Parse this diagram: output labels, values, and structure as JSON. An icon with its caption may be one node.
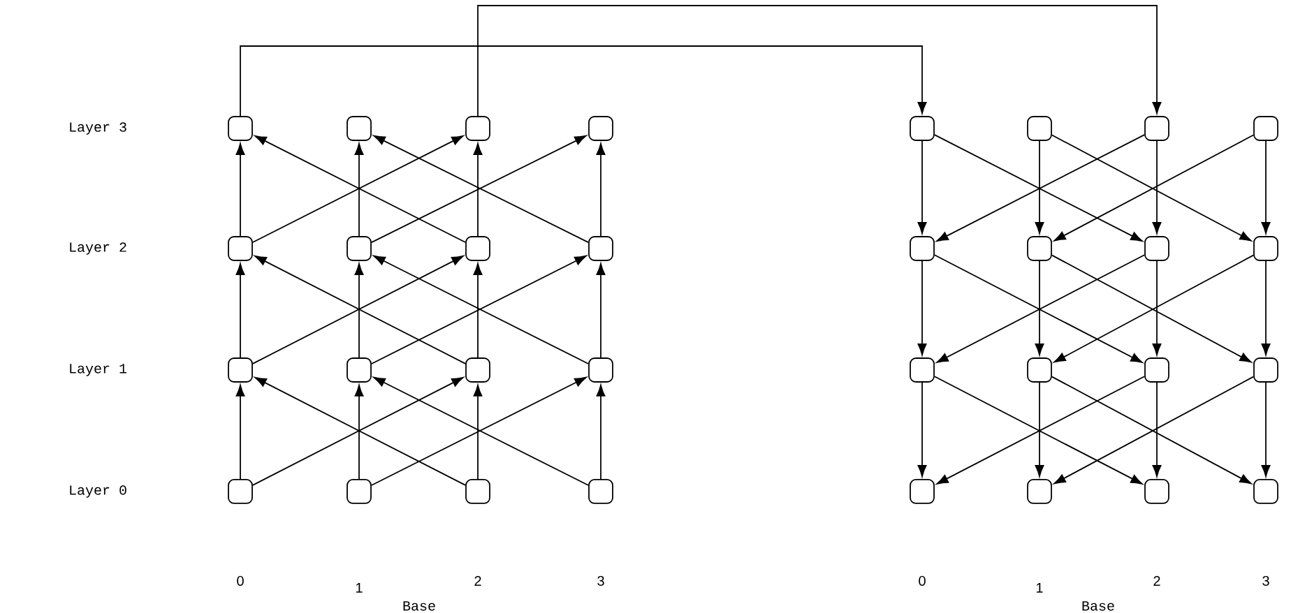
{
  "diagram": {
    "nodes": [
      {
        "text": [],
        "shape": "box"
      },
      {
        "text": [],
        "shape": "box"
      },
      {
        "text": [],
        "shape": "box"
      },
      {
        "text": [],
        "shape": "box"
      },
      {
        "text": [],
        "shape": "box"
      },
      {
        "text": [],
        "shape": "box"
      },
      {
        "text": [],
        "shape": "box"
      },
      {
        "text": [],
        "shape": "box"
      },
      {
        "text": [],
        "shape": "box"
      },
      {
        "text": [],
        "shape": "box"
      },
      {
        "text": [],
        "shape": "box"
      },
      {
        "text": [],
        "shape": "box"
      },
      {
        "text": [],
        "shape": "box"
      },
      {
        "text": [],
        "shape": "box"
      },
      {
        "text": [],
        "shape": "box"
      },
      {
        "text": [],
        "shape": "box"
      },
      {
        "text": [],
        "shape": "box"
      },
      {
        "text": [],
        "shape": "box"
      },
      {
        "text": [],
        "shape": "box"
      },
      {
        "text": [],
        "shape": "box"
      },
      {
        "text": [],
        "shape": "box"
      },
      {
        "text": [],
        "shape": "box"
      },
      {
        "text": [],
        "shape": "box"
      },
      {
        "text": [],
        "shape": "box"
      },
      {
        "text": [],
        "shape": "box"
      },
      {
        "text": [],
        "shape": "box"
      },
      {
        "text": [],
        "shape": "box"
      },
      {
        "text": [],
        "shape": "box"
      },
      {
        "text": [],
        "shape": "box"
      },
      {
        "text": [],
        "shape": "box"
      },
      {
        "text": [],
        "shape": "box"
      },
      {
        "text": [],
        "shape": "box"
      }
    ],
    "edges": [
      {
        "from": 4,
        "to": 0,
        "arrow": "to"
      },
      {
        "from": 4,
        "to": 2,
        "arrow": "to"
      },
      {
        "from": 5,
        "to": 1,
        "arrow": "to"
      },
      {
        "from": 5,
        "to": 3,
        "arrow": "to"
      },
      {
        "from": 6,
        "to": 2,
        "arrow": "to"
      },
      {
        "from": 6,
        "to": 0,
        "arrow": "to"
      },
      {
        "from": 7,
        "to": 3,
        "arrow": "to"
      },
      {
        "from": 7,
        "to": 1,
        "arrow": "to"
      },
      {
        "from": 8,
        "to": 4,
        "arrow": "to"
      },
      {
        "from": 8,
        "to": 6,
        "arrow": "to"
      },
      {
        "from": 9,
        "to": 5,
        "arrow": "to"
      },
      {
        "from": 9,
        "to": 7,
        "arrow": "to"
      },
      {
        "from": 10,
        "to": 6,
        "arrow": "to"
      },
      {
        "from": 10,
        "to": 4,
        "arrow": "to"
      },
      {
        "from": 11,
        "to": 7,
        "arrow": "to"
      },
      {
        "from": 11,
        "to": 5,
        "arrow": "to"
      },
      {
        "from": 12,
        "to": 8,
        "arrow": "to"
      },
      {
        "from": 12,
        "to": 10,
        "arrow": "to"
      },
      {
        "from": 13,
        "to": 9,
        "arrow": "to"
      },
      {
        "from": 13,
        "to": 11,
        "arrow": "to"
      },
      {
        "from": 14,
        "to": 10,
        "arrow": "to"
      },
      {
        "from": 14,
        "to": 8,
        "arrow": "to"
      },
      {
        "from": 15,
        "to": 11,
        "arrow": "to"
      },
      {
        "from": 15,
        "to": 9,
        "arrow": "to"
      },
      {
        "from": 16,
        "to": 20,
        "arrow": "to"
      },
      {
        "from": 16,
        "to": 22,
        "arrow": "to"
      },
      {
        "from": 17,
        "to": 21,
        "arrow": "to"
      },
      {
        "from": 17,
        "to": 23,
        "arrow": "to"
      },
      {
        "from": 18,
        "to": 22,
        "arrow": "to"
      },
      {
        "from": 18,
        "to": 20,
        "arrow": "to"
      },
      {
        "from": 19,
        "to": 23,
        "arrow": "to"
      },
      {
        "from": 19,
        "to": 21,
        "arrow": "to"
      },
      {
        "from": 20,
        "to": 24,
        "arrow": "to"
      },
      {
        "from": 20,
        "to": 26,
        "arrow": "to"
      },
      {
        "from": 21,
        "to": 25,
        "arrow": "to"
      },
      {
        "from": 21,
        "to": 27,
        "arrow": "to"
      },
      {
        "from": 22,
        "to": 26,
        "arrow": "to"
      },
      {
        "from": 22,
        "to": 24,
        "arrow": "to"
      },
      {
        "from": 23,
        "to": 27,
        "arrow": "to"
      },
      {
        "from": 23,
        "to": 25,
        "arrow": "to"
      },
      {
        "from": 24,
        "to": 28,
        "arrow": "to"
      },
      {
        "from": 24,
        "to": 30,
        "arrow": "to"
      },
      {
        "from": 25,
        "to": 29,
        "arrow": "to"
      },
      {
        "from": 25,
        "to": 31,
        "arrow": "to"
      },
      {
        "from": 26,
        "to": 30,
        "arrow": "to"
      },
      {
        "from": 26,
        "to": 28,
        "arrow": "to"
      },
      {
        "from": 27,
        "to": 31,
        "arrow": "to"
      },
      {
        "from": 27,
        "to": 29,
        "arrow": "to"
      },
      {
        "from": 0,
        "to": 16,
        "arrow": "to"
      },
      {
        "from": 2,
        "to": 18,
        "arrow": "to"
      }
    ],
    "labels": [
      "Layer 3",
      "Layer 2",
      "Layer 1",
      "Layer 0",
      "0",
      "1",
      "2",
      "3",
      "Base",
      "0",
      "1",
      "2",
      "3",
      "Base"
    ]
  }
}
